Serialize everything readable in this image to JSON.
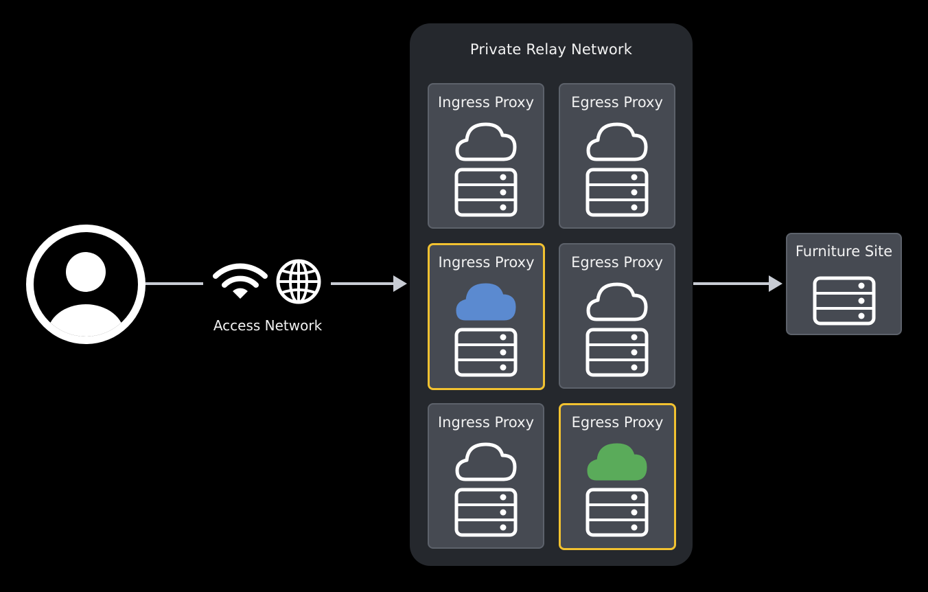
{
  "network": {
    "title": "Private Relay Network"
  },
  "access_network": {
    "label": "Access Network",
    "icons": [
      "wifi-icon",
      "globe-icon"
    ]
  },
  "user": {
    "icon": "person-icon"
  },
  "proxies": [
    {
      "label": "Ingress Proxy",
      "cloud_style": "outline",
      "selected": false
    },
    {
      "label": "Egress Proxy",
      "cloud_style": "outline",
      "selected": false
    },
    {
      "label": "Ingress Proxy",
      "cloud_style": "filled",
      "cloud_color": "#5b8ad0",
      "selected": true
    },
    {
      "label": "Egress Proxy",
      "cloud_style": "outline",
      "selected": false
    },
    {
      "label": "Ingress Proxy",
      "cloud_style": "outline",
      "selected": false
    },
    {
      "label": "Egress Proxy",
      "cloud_style": "filled",
      "cloud_color": "#5aab5a",
      "selected": true
    }
  ],
  "destination": {
    "label": "Furniture Site",
    "icon": "server-icon"
  },
  "colors": {
    "highlight": "#f2c230",
    "ingress_active": "#5b8ad0",
    "egress_active": "#5aab5a",
    "connector": "#c8ccd4"
  }
}
